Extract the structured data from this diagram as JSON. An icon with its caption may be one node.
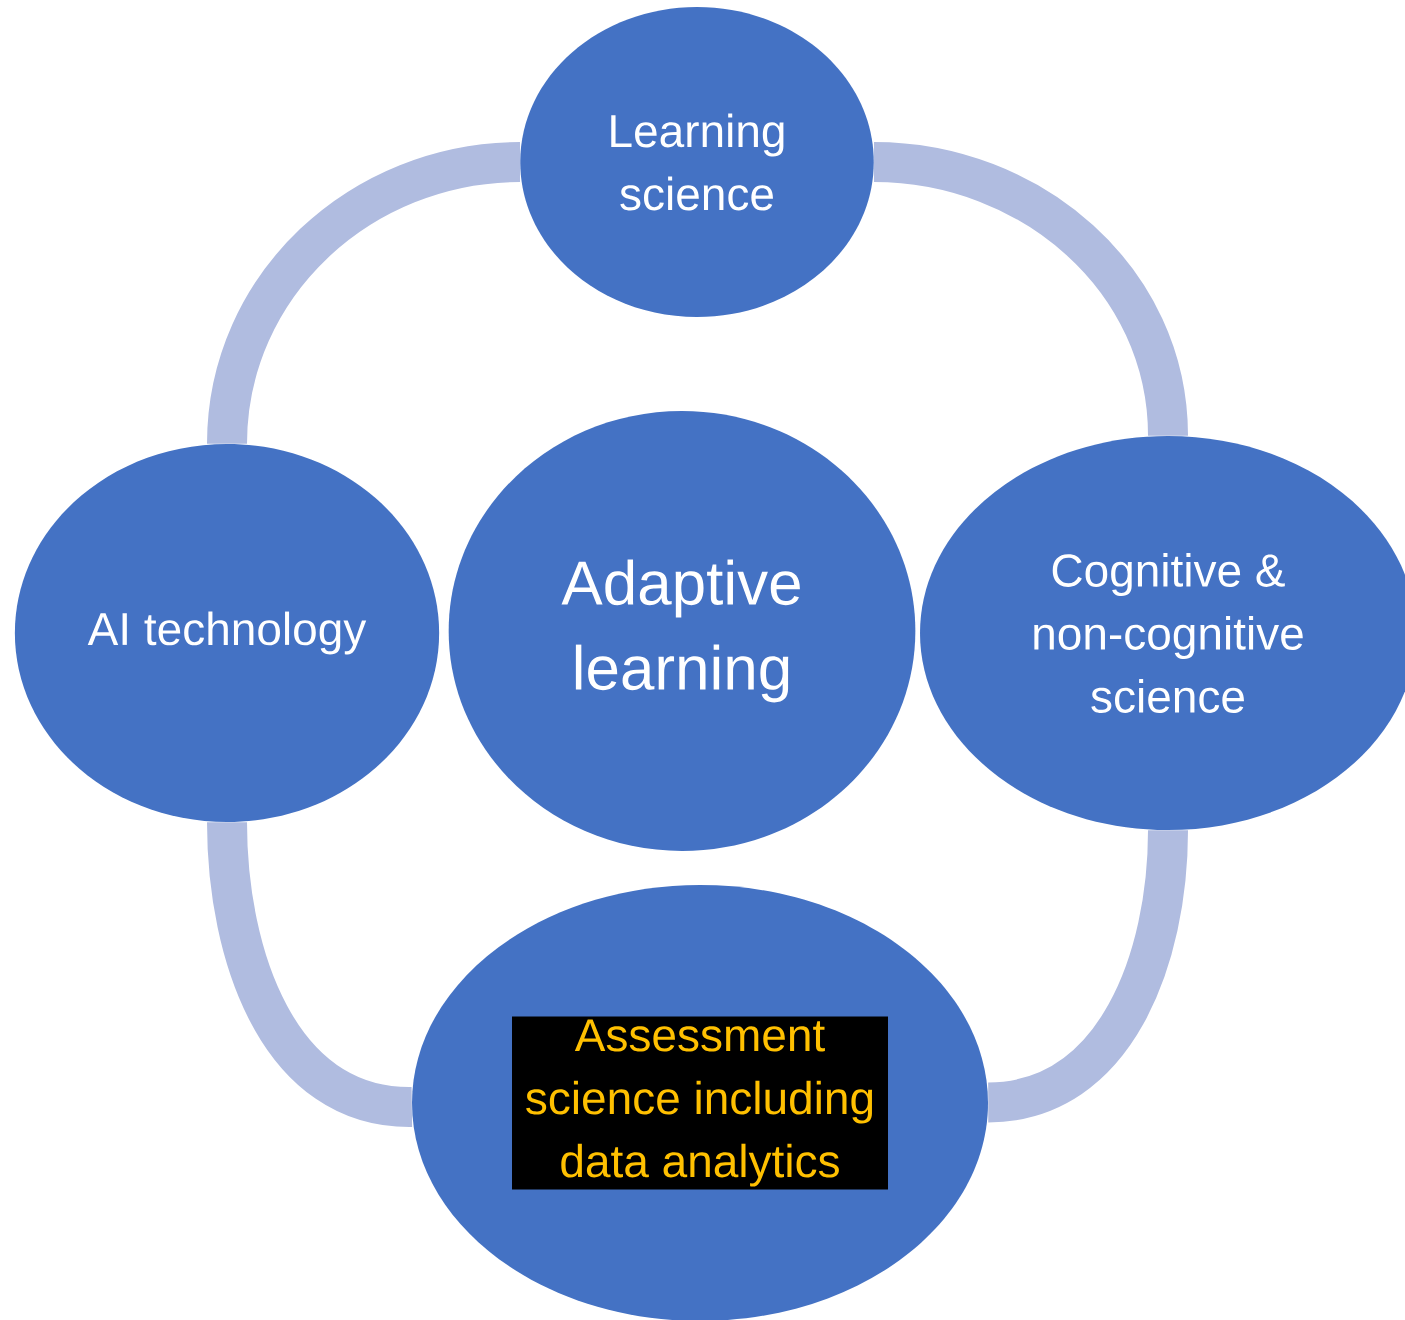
{
  "diagram": {
    "nodes": [
      {
        "text": [
          "Learning science"
        ]
      },
      {
        "text": [
          "AI technology"
        ]
      },
      {
        "text": [
          "Adaptive learning"
        ]
      },
      {
        "text": [
          "Cognitive & non-cognitive science"
        ]
      },
      {
        "text": [
          "Assessment science including data analytics"
        ]
      }
    ],
    "edges": [
      {
        "from": 0,
        "to": 3,
        "arrow": "none"
      },
      {
        "from": 3,
        "to": 4,
        "arrow": "none"
      },
      {
        "from": 4,
        "to": 1,
        "arrow": "none"
      },
      {
        "from": 1,
        "to": 0,
        "arrow": "none"
      }
    ]
  }
}
